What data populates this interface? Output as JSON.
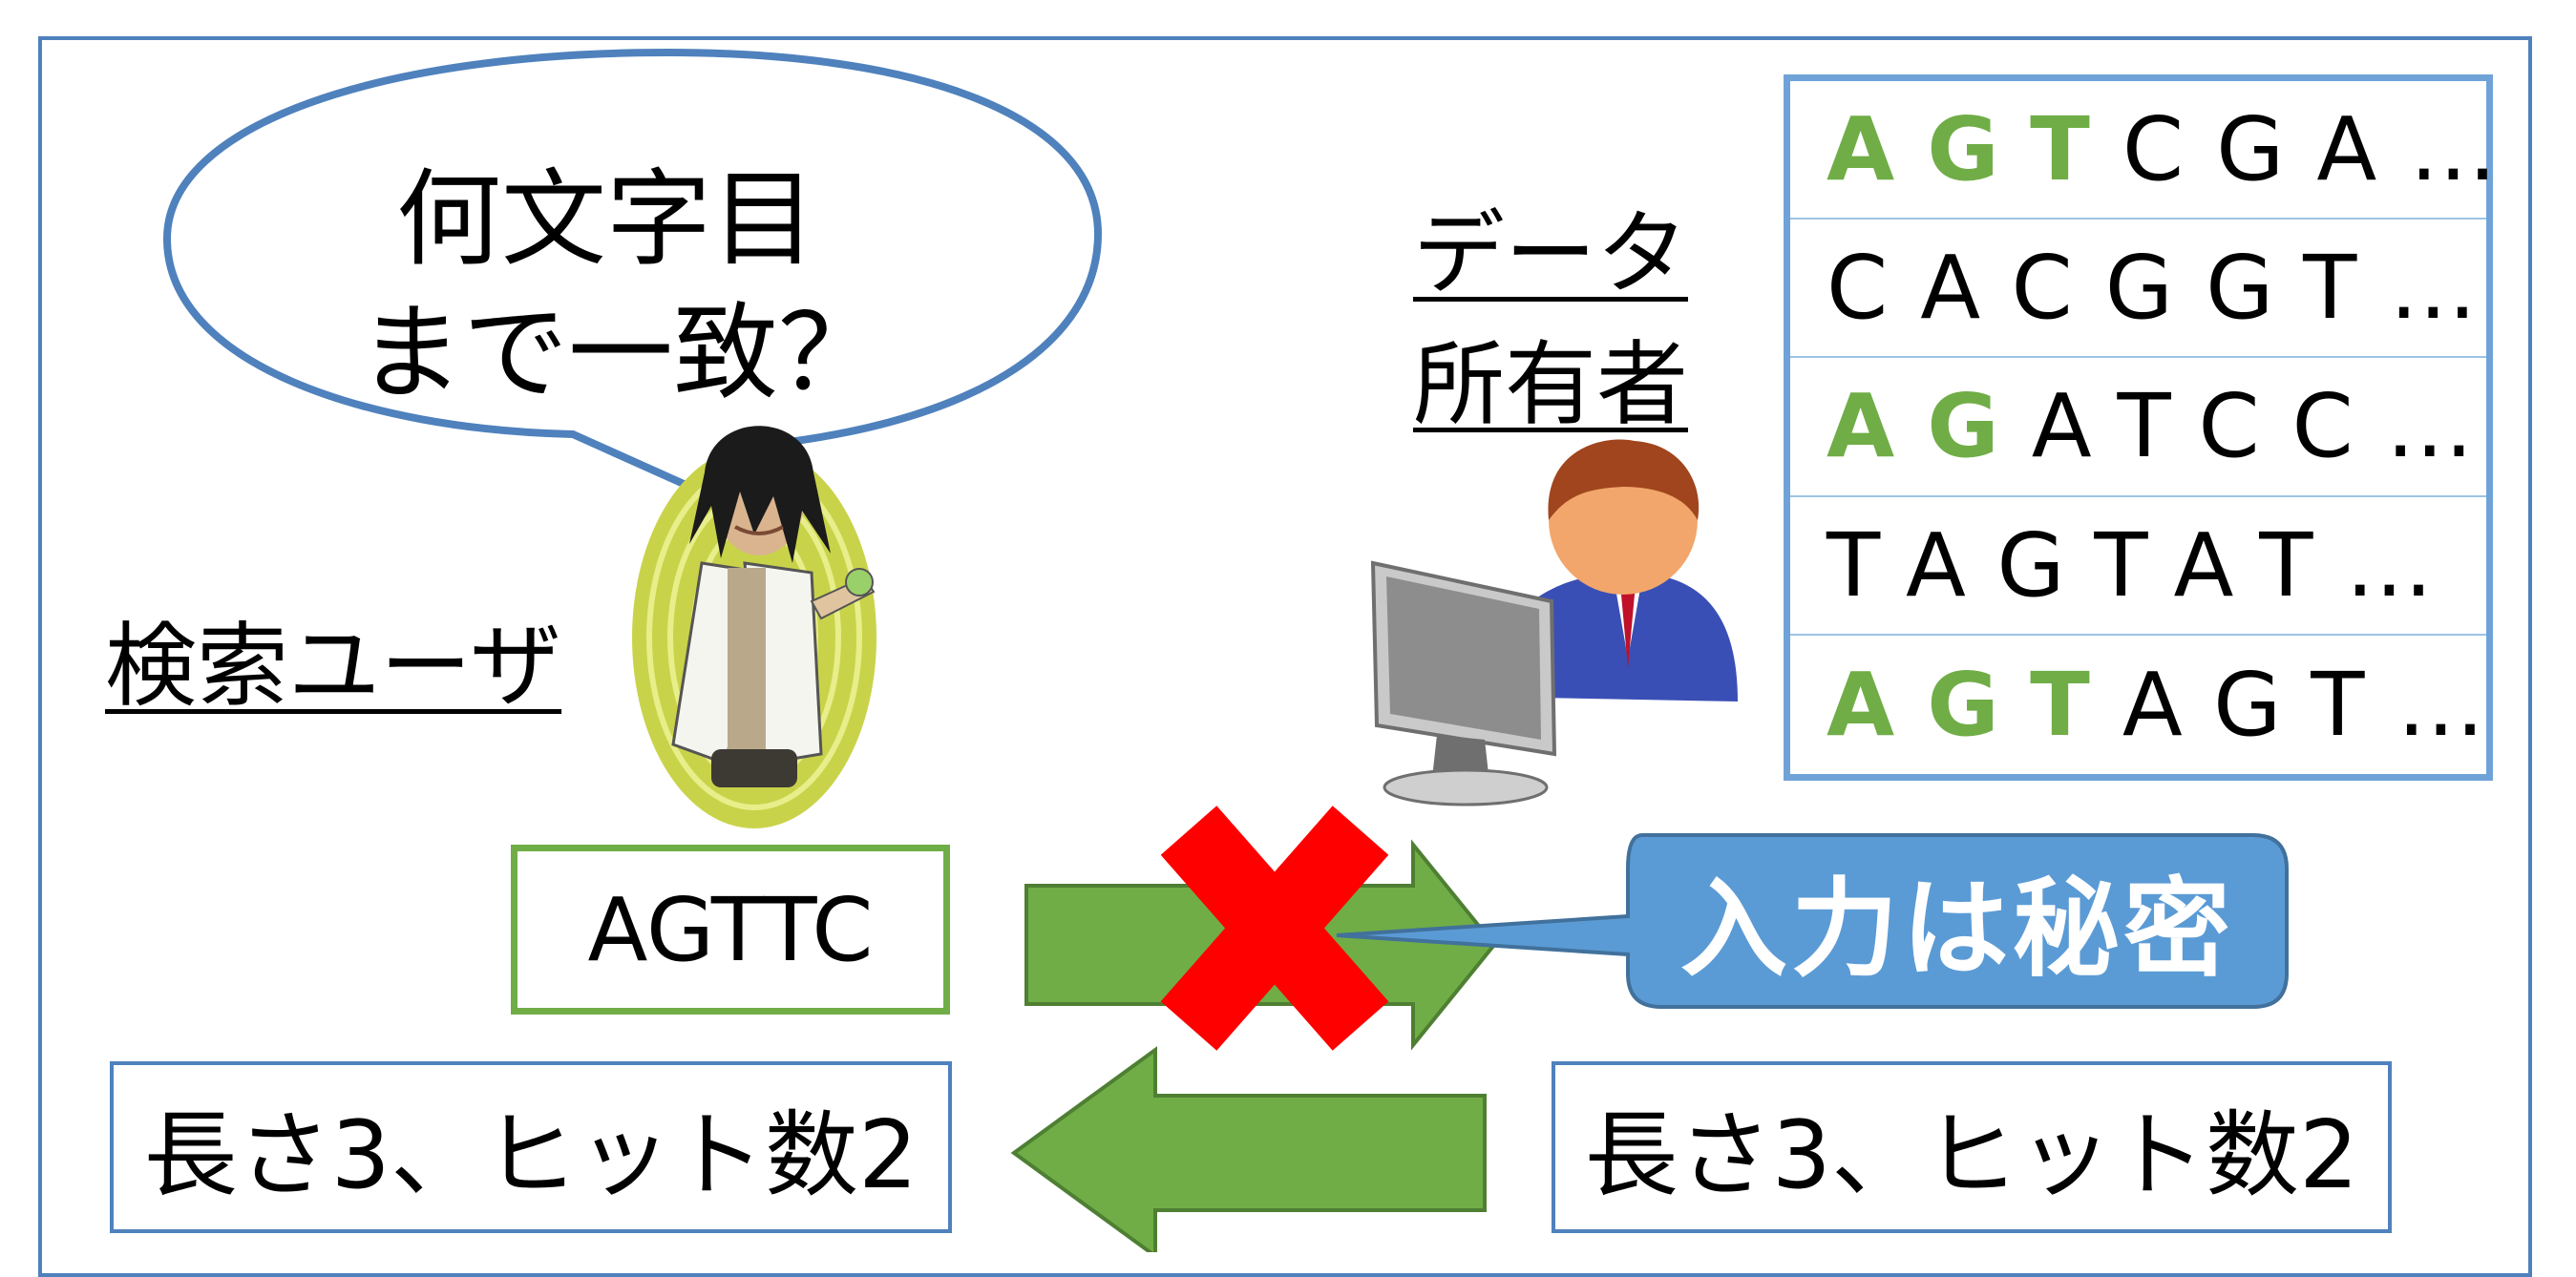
{
  "speech_bubble": {
    "line1": "何文字目",
    "line2": "まで一致？"
  },
  "labels": {
    "search_user": "検索ユーザ",
    "data_owner_line1": "データ",
    "data_owner_line2": "所有者"
  },
  "sequences": [
    {
      "hl": "AGT",
      "rest": "CGA…"
    },
    {
      "hl": "",
      "rest": "CACGGT…"
    },
    {
      "hl": "AG",
      "rest": "ATCC…"
    },
    {
      "hl": "",
      "rest": "TAGTAT…"
    },
    {
      "hl": "AGT",
      "rest": "AGT…"
    }
  ],
  "query": "AGTTC",
  "callout": "入力は秘密",
  "results": {
    "left": "長さ3、ヒット数2",
    "right": "長さ3、ヒット数2"
  },
  "colors": {
    "frame": "#4f81bd",
    "table_border": "#6fa3d8",
    "highlight_green": "#70ad47",
    "arrow_green": "#70ad47",
    "callout_blue": "#5b9bd5",
    "cross_red": "#ff0000"
  },
  "icons": [
    "scientist-icon",
    "computer-user-icon",
    "red-cross-icon"
  ]
}
